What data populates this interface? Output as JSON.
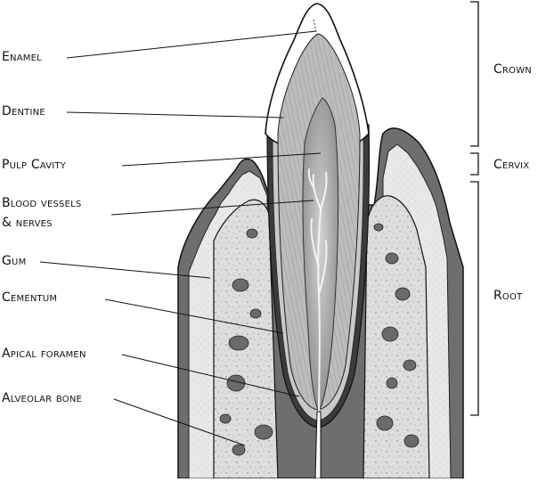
{
  "labels": {
    "enamel": "Enamel",
    "dentine": "Dentine",
    "pulp_cavity": "Pulp Cavity",
    "blood_vessels_line1": "Blood vessels",
    "blood_vessels_line2": "& nerves",
    "gum": "Gum",
    "cementum": "Cementum",
    "apical_foramen": "Apical foramen",
    "alveolar_bone": "Alveolar bone"
  },
  "regions": {
    "crown": "Crown",
    "cervix": "Cervix",
    "root": "Root"
  },
  "colors": {
    "gum": "#6e6e6e",
    "bone_fill": "#dcdcdc",
    "dentine": "#b9b9b9",
    "pulp": "#9a9a9a",
    "cementum": "#3c3c3c",
    "enamel": "#ffffff",
    "outline": "#111111"
  }
}
